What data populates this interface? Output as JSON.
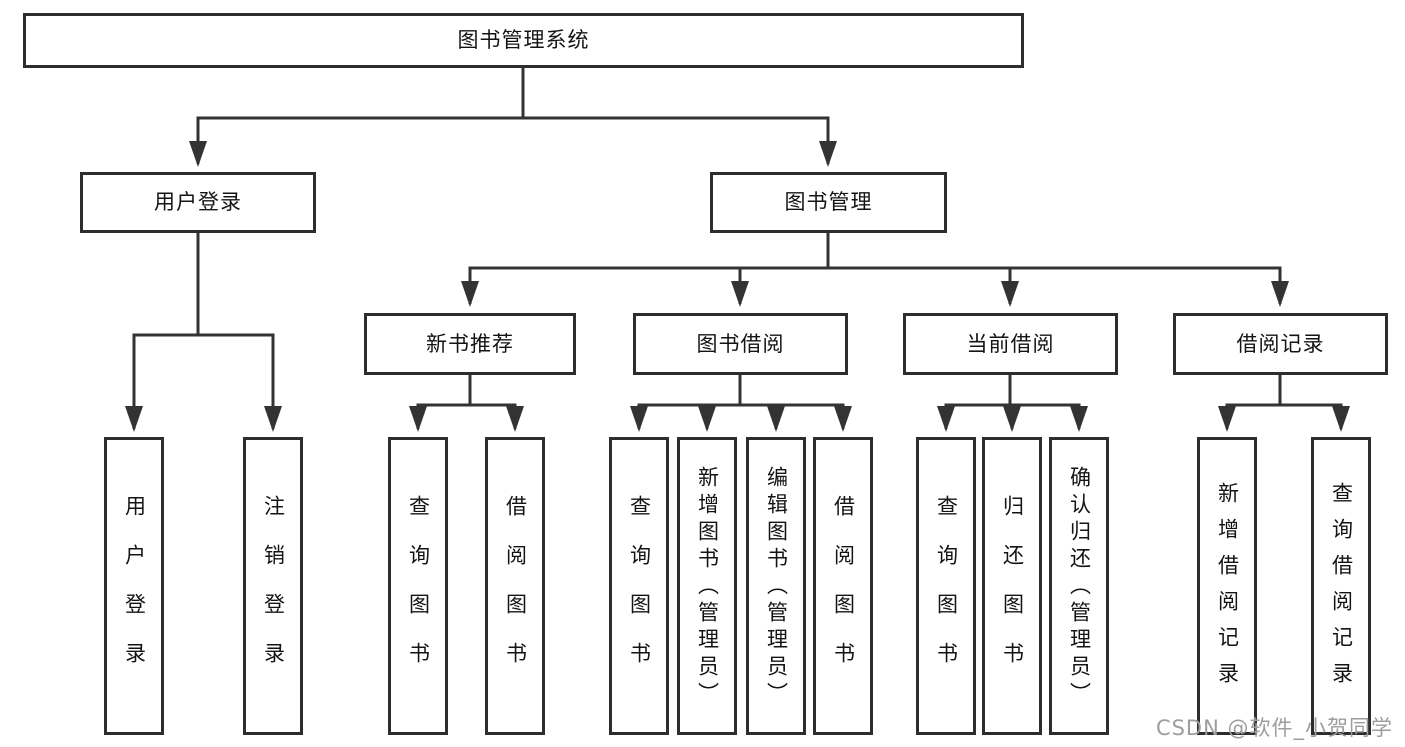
{
  "diagram": {
    "root": {
      "label": "图书管理系统"
    },
    "level2": [
      {
        "label": "用户登录"
      },
      {
        "label": "图书管理"
      }
    ],
    "level3": [
      {
        "label": "新书推荐",
        "parent": "图书管理"
      },
      {
        "label": "图书借阅",
        "parent": "图书管理"
      },
      {
        "label": "当前借阅",
        "parent": "图书管理"
      },
      {
        "label": "借阅记录",
        "parent": "图书管理"
      }
    ],
    "leaves": [
      {
        "label": "用户登录",
        "parent": "用户登录"
      },
      {
        "label": "注销登录",
        "parent": "用户登录"
      },
      {
        "label": "查询图书",
        "parent": "新书推荐"
      },
      {
        "label": "借阅图书",
        "parent": "新书推荐"
      },
      {
        "label": "查询图书",
        "parent": "图书借阅"
      },
      {
        "label": "新增图书（管理员）",
        "parent": "图书借阅"
      },
      {
        "label": "编辑图书（管理员）",
        "parent": "图书借阅"
      },
      {
        "label": "借阅图书",
        "parent": "图书借阅"
      },
      {
        "label": "查询图书",
        "parent": "当前借阅"
      },
      {
        "label": "归还图书",
        "parent": "当前借阅"
      },
      {
        "label": "确认归还（管理员）",
        "parent": "当前借阅"
      },
      {
        "label": "新增借阅记录",
        "parent": "借阅记录"
      },
      {
        "label": "查询借阅记录",
        "parent": "借阅记录"
      }
    ],
    "watermark": "CSDN @软件_小贺同学",
    "colors": {
      "line": "#333333",
      "box_border": "#2d2d2d",
      "box_fill": "#ffffff",
      "text": "#141414",
      "watermark": "#9d9d9d"
    }
  }
}
